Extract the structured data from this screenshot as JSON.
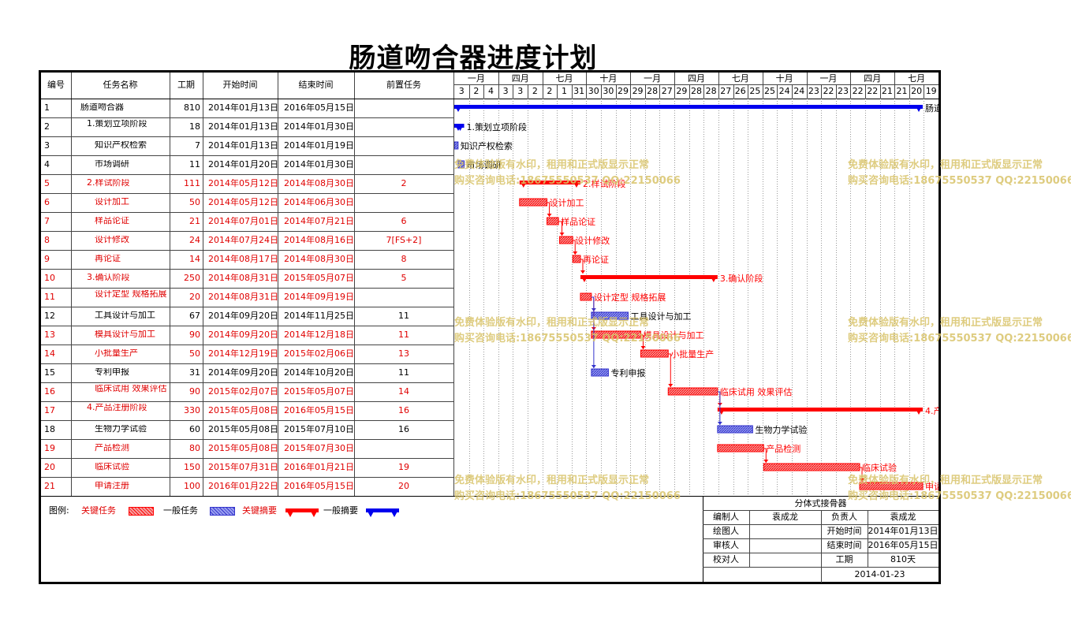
{
  "title": "肠道吻合器进度计划",
  "columns": [
    "编号",
    "任务名称",
    "工期",
    "开始时间",
    "结束时间",
    "前置任务"
  ],
  "timescale": {
    "months": [
      "一月",
      "四月",
      "七月",
      "十月",
      "一月",
      "四月",
      "七月",
      "十月",
      "一月",
      "四月",
      "七月"
    ],
    "days": [
      "3",
      "2",
      "4",
      "3",
      "3",
      "2",
      "2",
      "1",
      "31",
      "30",
      "30",
      "29",
      "29",
      "28",
      "27",
      "29",
      "28",
      "28",
      "27",
      "26",
      "25",
      "25",
      "24",
      "24",
      "23",
      "22",
      "23",
      "22",
      "22",
      "21",
      "21",
      "20",
      "19"
    ]
  },
  "rows": [
    {
      "id": "1",
      "name": "肠道吻合器",
      "indent": 0,
      "dur": "810",
      "start": "2014年01月13日",
      "end": "2016年05月15日",
      "pred": "",
      "critical": false
    },
    {
      "id": "2",
      "name": "1.策划立项阶段",
      "indent": 1,
      "dur": "18",
      "start": "2014年01月13日",
      "end": "2014年01月30日",
      "pred": "",
      "critical": false
    },
    {
      "id": "3",
      "name": "知识产权检索",
      "indent": 2,
      "dur": "7",
      "start": "2014年01月13日",
      "end": "2014年01月19日",
      "pred": "",
      "critical": false
    },
    {
      "id": "4",
      "name": "市场调研",
      "indent": 2,
      "dur": "11",
      "start": "2014年01月20日",
      "end": "2014年01月30日",
      "pred": "",
      "critical": false
    },
    {
      "id": "5",
      "name": "2.样试阶段",
      "indent": 1,
      "dur": "111",
      "start": "2014年05月12日",
      "end": "2014年08月30日",
      "pred": "2",
      "critical": true
    },
    {
      "id": "6",
      "name": "设计加工",
      "indent": 2,
      "dur": "50",
      "start": "2014年05月12日",
      "end": "2014年06月30日",
      "pred": "",
      "critical": true
    },
    {
      "id": "7",
      "name": "样品论证",
      "indent": 2,
      "dur": "21",
      "start": "2014年07月01日",
      "end": "2014年07月21日",
      "pred": "6",
      "critical": true
    },
    {
      "id": "8",
      "name": "设计修改",
      "indent": 2,
      "dur": "24",
      "start": "2014年07月24日",
      "end": "2014年08月16日",
      "pred": "7[FS+2]",
      "critical": true
    },
    {
      "id": "9",
      "name": "再论证",
      "indent": 2,
      "dur": "14",
      "start": "2014年08月17日",
      "end": "2014年08月30日",
      "pred": "8",
      "critical": true
    },
    {
      "id": "10",
      "name": "3.确认阶段",
      "indent": 1,
      "dur": "250",
      "start": "2014年08月31日",
      "end": "2015年05月07日",
      "pred": "5",
      "critical": true
    },
    {
      "id": "11",
      "name": "设计定型 规格拓展",
      "indent": 2,
      "dur": "20",
      "start": "2014年08月31日",
      "end": "2014年09月19日",
      "pred": "",
      "critical": true
    },
    {
      "id": "12",
      "name": "工具设计与加工",
      "indent": 2,
      "dur": "67",
      "start": "2014年09月20日",
      "end": "2014年11月25日",
      "pred": "11",
      "critical": false
    },
    {
      "id": "13",
      "name": "模具设计与加工",
      "indent": 2,
      "dur": "90",
      "start": "2014年09月20日",
      "end": "2014年12月18日",
      "pred": "11",
      "critical": true
    },
    {
      "id": "14",
      "name": "小批量生产",
      "indent": 2,
      "dur": "50",
      "start": "2014年12月19日",
      "end": "2015年02月06日",
      "pred": "13",
      "critical": true
    },
    {
      "id": "15",
      "name": "专利申报",
      "indent": 2,
      "dur": "31",
      "start": "2014年09月20日",
      "end": "2014年10月20日",
      "pred": "11",
      "critical": false
    },
    {
      "id": "16",
      "name": "临床试用 效果评估",
      "indent": 2,
      "dur": "90",
      "start": "2015年02月07日",
      "end": "2015年05月07日",
      "pred": "14",
      "critical": true
    },
    {
      "id": "17",
      "name": "4.产品注册阶段",
      "indent": 1,
      "dur": "330",
      "start": "2015年05月08日",
      "end": "2016年05月15日",
      "pred": "16",
      "critical": true
    },
    {
      "id": "18",
      "name": "生物力学试验",
      "indent": 2,
      "dur": "60",
      "start": "2015年05月08日",
      "end": "2015年07月10日",
      "pred": "16",
      "critical": false
    },
    {
      "id": "19",
      "name": "产品检测",
      "indent": 2,
      "dur": "80",
      "start": "2015年05月08日",
      "end": "2015年07月30日",
      "pred": "",
      "critical": true
    },
    {
      "id": "20",
      "name": "临床试验",
      "indent": 2,
      "dur": "150",
      "start": "2015年07月31日",
      "end": "2016年01月21日",
      "pred": "19",
      "critical": true
    },
    {
      "id": "21",
      "name": "申请注册",
      "indent": 2,
      "dur": "100",
      "start": "2016年01月22日",
      "end": "2016年05月15日",
      "pred": "20",
      "critical": true
    }
  ],
  "chart_data": {
    "type": "gantt",
    "title": "肠道吻合器进度计划",
    "x_range": [
      "2014-01-13",
      "2016-05-15"
    ],
    "tasks": [
      {
        "id": 1,
        "label": "肠道吻合器",
        "start": "2014-01-13",
        "end": "2016-05-15",
        "kind": "summary",
        "critical": false
      },
      {
        "id": 2,
        "label": "1.策划立项阶段",
        "start": "2014-01-13",
        "end": "2014-01-30",
        "kind": "summary",
        "critical": false
      },
      {
        "id": 3,
        "label": "知识产权检索",
        "start": "2014-01-13",
        "end": "2014-01-19",
        "kind": "task",
        "critical": false
      },
      {
        "id": 4,
        "label": "市场调研",
        "start": "2014-01-20",
        "end": "2014-01-30",
        "kind": "task",
        "critical": false
      },
      {
        "id": 5,
        "label": "2.样试阶段",
        "start": "2014-05-12",
        "end": "2014-08-30",
        "kind": "summary",
        "critical": true
      },
      {
        "id": 6,
        "label": "设计加工",
        "start": "2014-05-12",
        "end": "2014-06-30",
        "kind": "task",
        "critical": true
      },
      {
        "id": 7,
        "label": "样品论证",
        "start": "2014-07-01",
        "end": "2014-07-21",
        "kind": "task",
        "critical": true
      },
      {
        "id": 8,
        "label": "设计修改",
        "start": "2014-07-24",
        "end": "2014-08-16",
        "kind": "task",
        "critical": true
      },
      {
        "id": 9,
        "label": "再论证",
        "start": "2014-08-17",
        "end": "2014-08-30",
        "kind": "task",
        "critical": true
      },
      {
        "id": 10,
        "label": "3.确认阶段",
        "start": "2014-08-31",
        "end": "2015-05-07",
        "kind": "summary",
        "critical": true
      },
      {
        "id": 11,
        "label": "设计定型 规格拓展",
        "start": "2014-08-31",
        "end": "2014-09-19",
        "kind": "task",
        "critical": true
      },
      {
        "id": 12,
        "label": "工具设计与加工",
        "start": "2014-09-20",
        "end": "2014-11-25",
        "kind": "task",
        "critical": false
      },
      {
        "id": 13,
        "label": "模具设计与加工",
        "start": "2014-09-20",
        "end": "2014-12-18",
        "kind": "task",
        "critical": true
      },
      {
        "id": 14,
        "label": "小批量生产",
        "start": "2014-12-19",
        "end": "2015-02-06",
        "kind": "task",
        "critical": true
      },
      {
        "id": 15,
        "label": "专利申报",
        "start": "2014-09-20",
        "end": "2014-10-20",
        "kind": "task",
        "critical": false
      },
      {
        "id": 16,
        "label": "临床试用 效果评估",
        "start": "2015-02-07",
        "end": "2015-05-07",
        "kind": "task",
        "critical": true
      },
      {
        "id": 17,
        "label": "4.产品注册阶段",
        "start": "2015-05-08",
        "end": "2016-05-15",
        "kind": "summary",
        "critical": true
      },
      {
        "id": 18,
        "label": "生物力学试验",
        "start": "2015-05-08",
        "end": "2015-07-10",
        "kind": "task",
        "critical": false
      },
      {
        "id": 19,
        "label": "产品检测",
        "start": "2015-05-08",
        "end": "2015-07-30",
        "kind": "task",
        "critical": true
      },
      {
        "id": 20,
        "label": "临床试验",
        "start": "2015-07-31",
        "end": "2016-01-21",
        "kind": "task",
        "critical": true
      },
      {
        "id": 21,
        "label": "申请注册",
        "start": "2016-01-22",
        "end": "2016-05-15",
        "kind": "task",
        "critical": true
      }
    ]
  },
  "legend": {
    "label": "图例:",
    "items": [
      {
        "text": "关键任务",
        "kind": "critical-task"
      },
      {
        "text": "一般任务",
        "kind": "normal-task"
      },
      {
        "text": "关键摘要",
        "kind": "critical-summary"
      },
      {
        "text": "一般摘要",
        "kind": "normal-summary"
      }
    ]
  },
  "info_block": {
    "heading": "分体式接骨器",
    "rows": [
      [
        "编制人",
        "袁成龙",
        "负责人",
        "袁成龙"
      ],
      [
        "绘图人",
        "",
        "开始时间",
        "2014年01月13日"
      ],
      [
        "审核人",
        "",
        "结束时间",
        "2016年05月15日"
      ],
      [
        "校对人",
        "",
        "工期",
        "810天"
      ]
    ],
    "date": "2014-01-23"
  },
  "watermark": {
    "line1": "免费体验版有水印，租用和正式版显示正常",
    "line2": "购买咨询电话:18675550537 QQ:22150066"
  },
  "colors": {
    "critical": "#ff0000",
    "critical_fill": "#e05050",
    "normal": "#3333cc",
    "summary_normal": "#0000ee",
    "grid": "#444444"
  }
}
